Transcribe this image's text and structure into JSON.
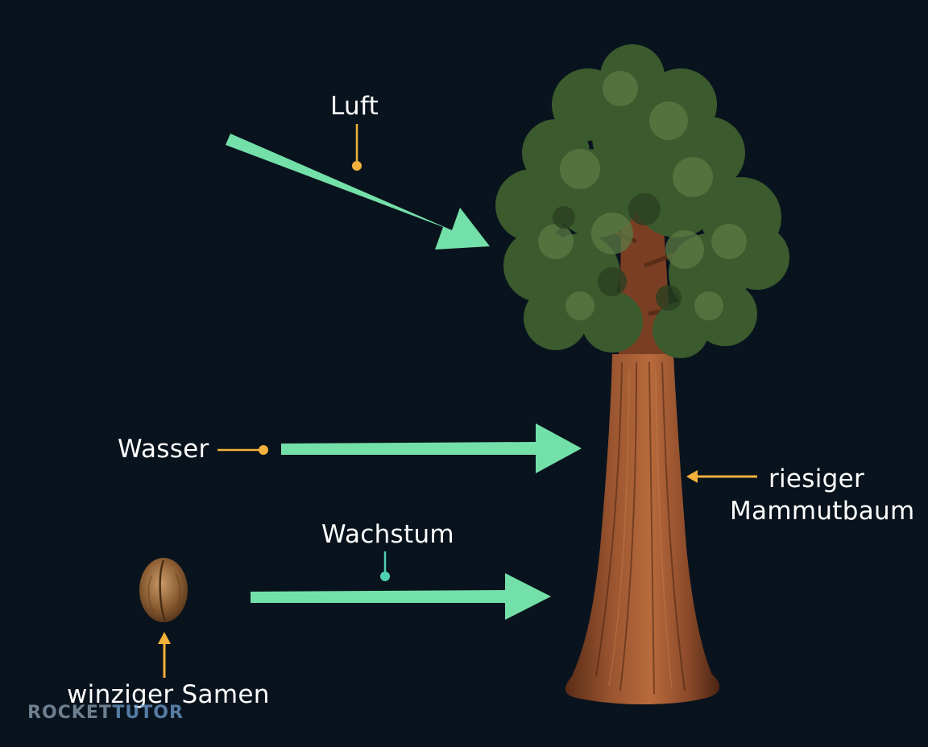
{
  "labels": {
    "air": "Luft",
    "water": "Wasser",
    "growth": "Wachstum",
    "seed": "winziger Samen",
    "tree_line1": "riesiger",
    "tree_line2": "Mammutbaum"
  },
  "watermark": {
    "part1": "ROCKET",
    "part2": "TUTOR"
  },
  "colors": {
    "background": "#09131d",
    "arrow": "#74e0a9",
    "accent_orange": "#f3b13b",
    "accent_teal": "#4fd1b0",
    "label_text": "#ffffff",
    "trunk": "#8a4a2a",
    "foliage": "#3d5a2e"
  },
  "icons": [
    "seed-icon",
    "sequoia-tree-icon"
  ]
}
